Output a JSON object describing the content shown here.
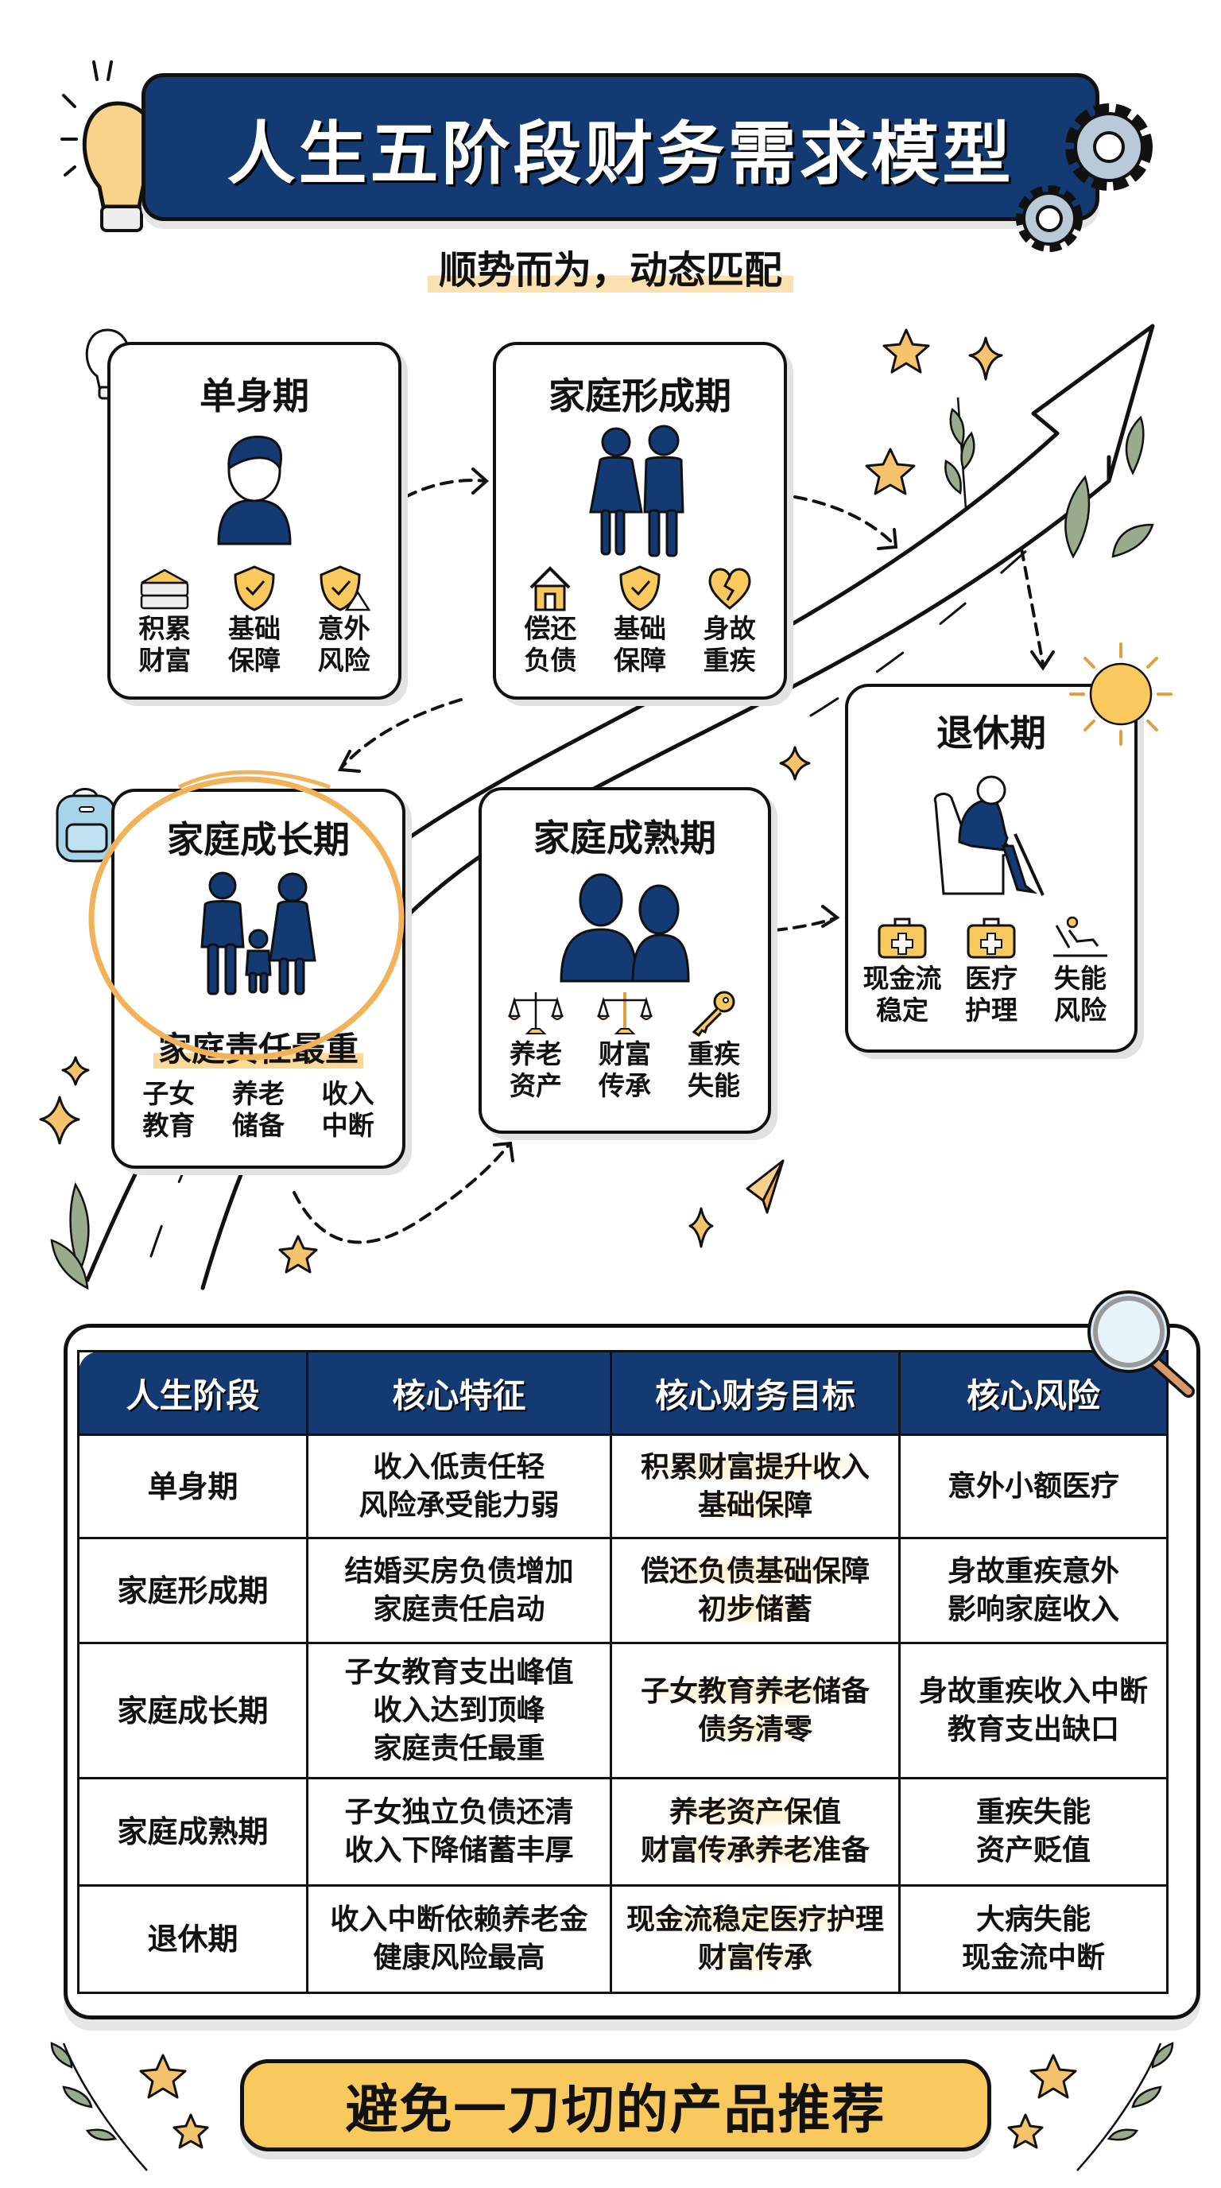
{
  "header": {
    "title": "人生五阶段财务需求模型",
    "subtitle": "顺势而为，动态匹配"
  },
  "stages": [
    {
      "title": "单身期",
      "figure": "single-person-icon",
      "items": [
        {
          "icon": "books-icon",
          "label": "积累财富"
        },
        {
          "icon": "shield-check-icon",
          "label": "基础保障"
        },
        {
          "icon": "shield-warning-icon",
          "label": "意外风险"
        }
      ]
    },
    {
      "title": "家庭形成期",
      "figure": "couple-icon",
      "items": [
        {
          "icon": "house-icon",
          "label": "偿还负债"
        },
        {
          "icon": "shield-check-icon",
          "label": "基础保障"
        },
        {
          "icon": "broken-heart-icon",
          "label": "身故重疾"
        }
      ]
    },
    {
      "title": "家庭成长期",
      "figure": "family-icon",
      "highlight": "家庭责任最重",
      "items": [
        {
          "label": "子女教育"
        },
        {
          "label": "养老储备"
        },
        {
          "label": "收入中断"
        }
      ]
    },
    {
      "title": "家庭成熟期",
      "figure": "mature-couple-icon",
      "items": [
        {
          "icon": "scale-icon",
          "label": "养老资产"
        },
        {
          "icon": "scale-icon",
          "label": "财富传承"
        },
        {
          "icon": "key-icon",
          "label": "重疾失能"
        }
      ]
    },
    {
      "title": "退休期",
      "figure": "elder-in-armchair-icon",
      "items": [
        {
          "icon": "medical-kit-icon",
          "label": "现金流稳定"
        },
        {
          "icon": "medical-kit-icon",
          "label": "医疗护理"
        },
        {
          "icon": "reclining-person-icon",
          "label": "失能风险"
        }
      ]
    }
  ],
  "table": {
    "headers": [
      "人生阶段",
      "核心特征",
      "核心财务目标",
      "核心风险"
    ],
    "rows": [
      {
        "stage": "单身期",
        "features": [
          "收入低责任轻",
          "风险承受能力弱"
        ],
        "goals": [
          "积累财富提升收入",
          "基础保障"
        ],
        "risks": [
          "意外小额医疗"
        ]
      },
      {
        "stage": "家庭形成期",
        "features": [
          "结婚买房负债增加",
          "家庭责任启动"
        ],
        "goals": [
          "偿还负债基础保障",
          "初步储蓄"
        ],
        "risks": [
          "身故重疾意外",
          "影响家庭收入"
        ]
      },
      {
        "stage": "家庭成长期",
        "features": [
          "子女教育支出峰值",
          "收入达到顶峰",
          "家庭责任最重"
        ],
        "goals": [
          "子女教育养老储备",
          "债务清零"
        ],
        "risks": [
          "身故重疾收入中断",
          "教育支出缺口"
        ]
      },
      {
        "stage": "家庭成熟期",
        "features": [
          "子女独立负债还清",
          "收入下降储蓄丰厚"
        ],
        "goals": [
          "养老资产保值",
          "财富传承养老准备"
        ],
        "risks": [
          "重疾失能",
          "资产贬值"
        ]
      },
      {
        "stage": "退休期",
        "features": [
          "收入中断依赖养老金",
          "健康风险最高"
        ],
        "goals": [
          "现金流稳定医疗护理",
          "财富传承"
        ],
        "risks": [
          "大病失能",
          "现金流中断"
        ]
      }
    ]
  },
  "footer": {
    "cta_label": "避免一刀切的产品推荐"
  },
  "colors": {
    "navy": "#143a73",
    "gold": "#f9c95d",
    "accent_orange": "#f2b25a",
    "leaf_green": "#9aaa8c",
    "gear_gray": "#b9c9d8"
  }
}
